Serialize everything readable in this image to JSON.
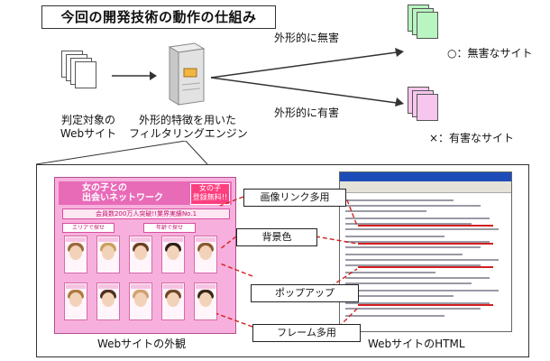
{
  "title": "今回の開発技術の動作の仕組み",
  "input_label": [
    "判定対象の",
    "Webサイト"
  ],
  "engine_label": [
    "外形的特徴を用いた",
    "フィルタリングエンジン"
  ],
  "branch_top_label": "外形的に無害",
  "branch_bottom_label": "外形的に有害",
  "result_harmless": "○：無害なサイト",
  "result_harmful": "×：有害なサイト",
  "callouts": {
    "image_links": "画像リンク多用",
    "background": "背景色",
    "popup": "ポップアップ",
    "frames": "フレーム多用"
  },
  "bottom_labels": {
    "appearance": "Webサイトの外観",
    "html": "WebサイトのHTML"
  },
  "site_mock": {
    "header_line1": "女の子との",
    "header_line2": "出会いネットワーク",
    "badge_line1": "女の子",
    "badge_line2": "登録無料!!",
    "banner": "会員数200万人突破!!業界実績No.1",
    "search_area": "エリアで探せ",
    "search_age": "年齢で探せ"
  },
  "colors": {
    "harmless_doc": "#b8f5c0",
    "harmful_doc": "#f7c6ee",
    "site_bg": "#f7b0dd",
    "arrow_red": "#d42020"
  }
}
